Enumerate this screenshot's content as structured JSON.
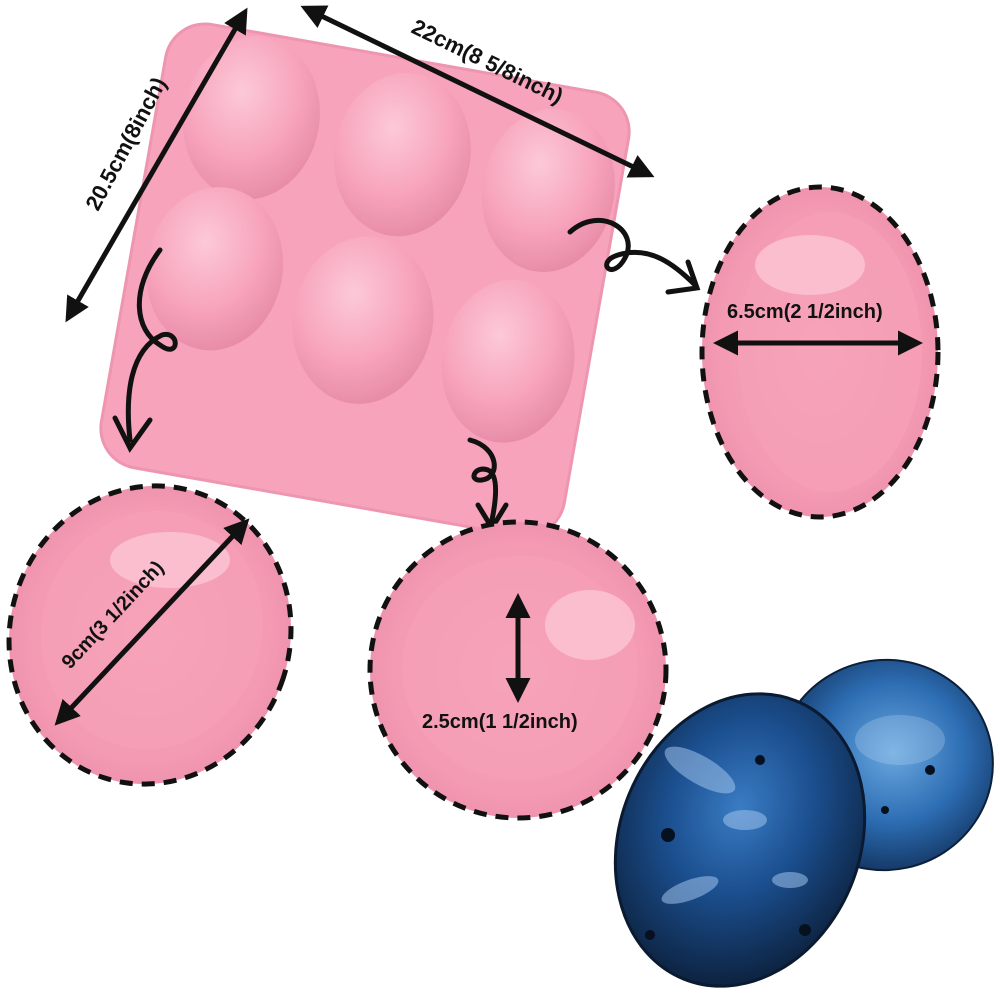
{
  "product": {
    "colors": {
      "mold": "#f7a3bb",
      "mold_shadow": "#e98ba6",
      "mold_highlight": "#fbc4d4",
      "annotation": "#111111",
      "soap_blue": "#1f5fa8",
      "soap_dark": "#0c1f3a"
    }
  },
  "dimensions": {
    "width_label": "22cm(8 5/8inch)",
    "height_label": "20.5cm(8inch)",
    "cavity_width_label": "6.5cm(2 1/2inch)",
    "cavity_length_label": "9cm(3 1/2inch)",
    "cavity_depth_label": "2.5cm(1 1/2inch)"
  }
}
